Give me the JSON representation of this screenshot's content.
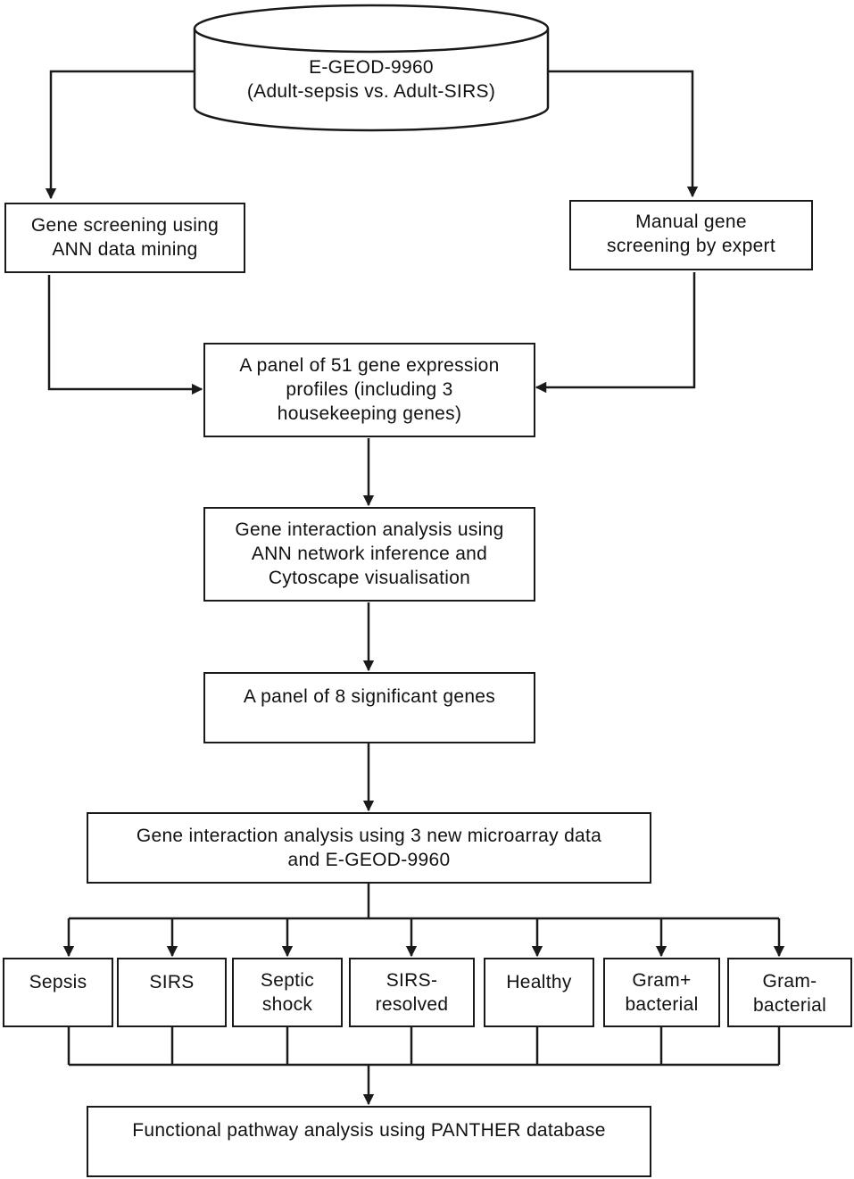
{
  "database": {
    "line1": "E-GEOD-9960",
    "line2": "(Adult-sepsis vs. Adult-SIRS)"
  },
  "ann_screening": {
    "line1": "Gene screening using",
    "line2": "ANN data mining"
  },
  "manual_screening": {
    "line1": "Manual gene",
    "line2": "screening by expert"
  },
  "panel51": {
    "line1": "A panel of 51 gene expression",
    "line2": "profiles (including 3",
    "line3": "housekeeping genes)"
  },
  "interaction1": {
    "line1": "Gene interaction analysis using",
    "line2": "ANN network inference and",
    "line3": "Cytoscape visualisation"
  },
  "panel8": {
    "line1": "A panel of 8 significant genes"
  },
  "interaction2": {
    "line1": "Gene interaction analysis using 3 new microarray data",
    "line2": "and E-GEOD-9960"
  },
  "categories": [
    {
      "line1": "Sepsis",
      "line2": ""
    },
    {
      "line1": "SIRS",
      "line2": ""
    },
    {
      "line1": "Septic",
      "line2": "shock"
    },
    {
      "line1": "SIRS-",
      "line2": "resolved"
    },
    {
      "line1": "Healthy",
      "line2": ""
    },
    {
      "line1": "Gram+",
      "line2": "bacterial"
    },
    {
      "line1": "Gram-",
      "line2": "bacterial"
    }
  ],
  "pathway": {
    "line1": "Functional pathway analysis using PANTHER database"
  }
}
